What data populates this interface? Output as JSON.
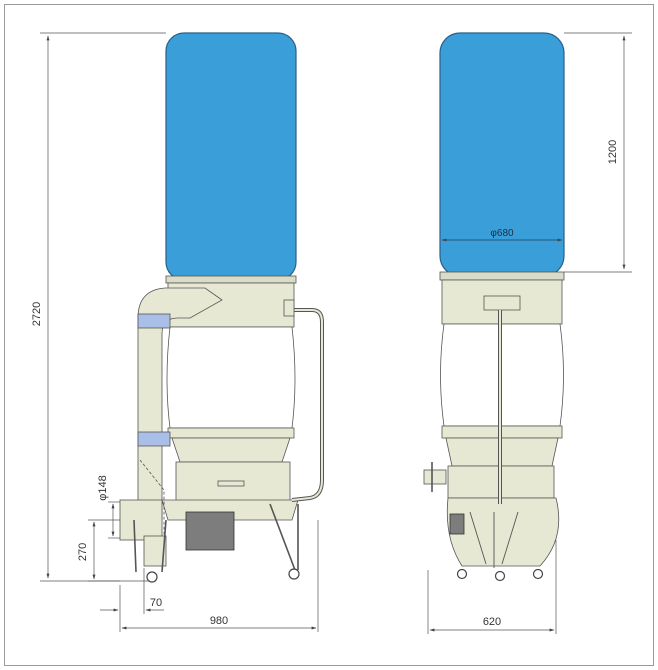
{
  "drawing": {
    "dimensions": {
      "overall_height": "2720",
      "bag_height": "1200",
      "bag_diameter": "φ680",
      "inlet_diameter": "φ148",
      "inlet_height": "270",
      "inlet_offset": "70",
      "side_width": "980",
      "front_width": "620"
    }
  },
  "colors": {
    "bag": "#3a9fd8",
    "body": "#e6e8d3",
    "band": "#a9bfe8",
    "outline": "#444444",
    "motor": "#7d7d7d"
  }
}
